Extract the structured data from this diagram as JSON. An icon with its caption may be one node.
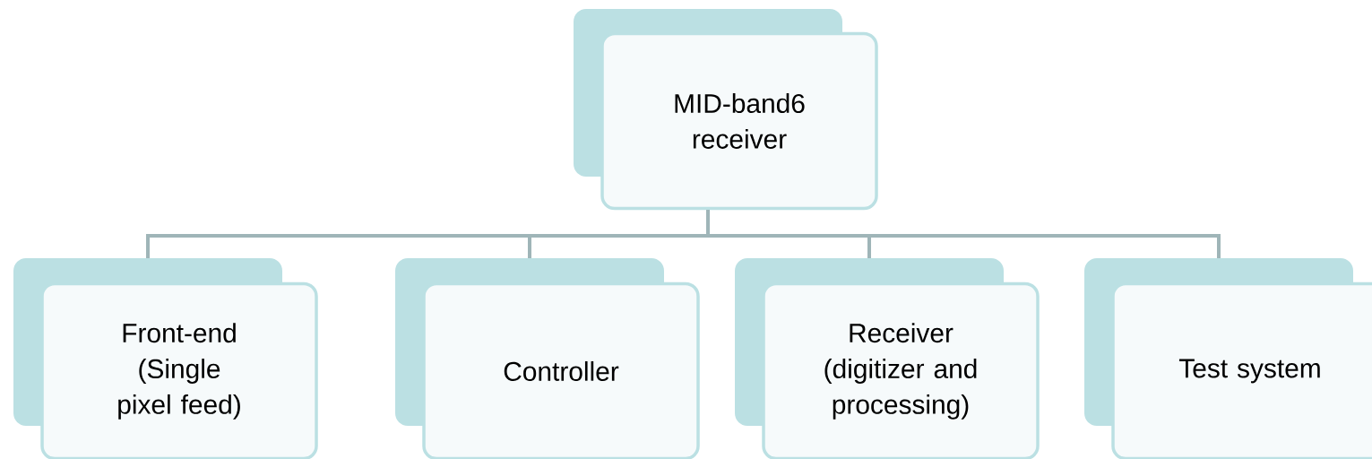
{
  "diagram": {
    "nodes": [
      {
        "text": [
          "MID-band6 receiver"
        ]
      },
      {
        "text": [
          "Front-end (Single pixel feed)"
        ]
      },
      {
        "text": [
          "Controller"
        ]
      },
      {
        "text": [
          "Receiver (digitizer and processing)"
        ]
      },
      {
        "text": [
          "Test system"
        ]
      }
    ],
    "edges": [
      {
        "from": 0,
        "to": 1,
        "arrow": "none"
      },
      {
        "from": 0,
        "to": 2,
        "arrow": "none"
      },
      {
        "from": 0,
        "to": 3,
        "arrow": "none"
      },
      {
        "from": 0,
        "to": 4,
        "arrow": "none"
      }
    ]
  }
}
